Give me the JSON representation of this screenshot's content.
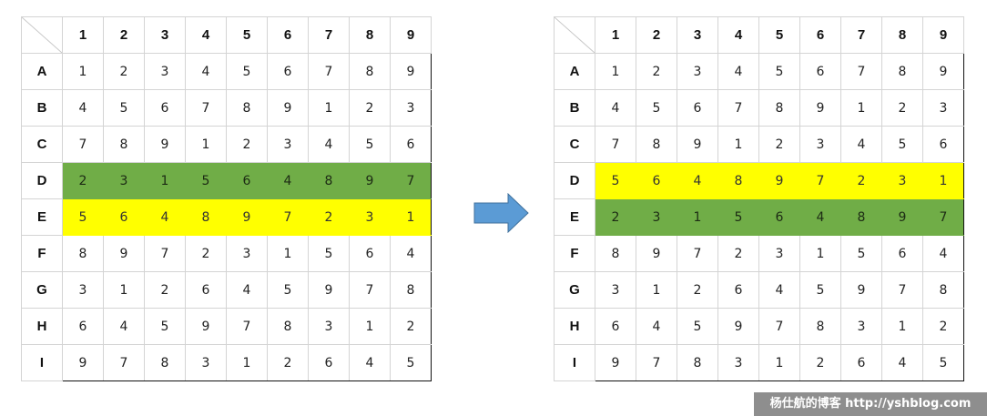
{
  "column_headers": [
    "1",
    "2",
    "3",
    "4",
    "5",
    "6",
    "7",
    "8",
    "9"
  ],
  "row_headers": [
    "A",
    "B",
    "C",
    "D",
    "E",
    "F",
    "G",
    "H",
    "I"
  ],
  "highlight_colors": {
    "green": "#70ad47",
    "yellow": "#ffff00"
  },
  "arrow_color": "#5b9bd5",
  "left_grid": {
    "rows": [
      [
        "1",
        "2",
        "3",
        "4",
        "5",
        "6",
        "7",
        "8",
        "9"
      ],
      [
        "4",
        "5",
        "6",
        "7",
        "8",
        "9",
        "1",
        "2",
        "3"
      ],
      [
        "7",
        "8",
        "9",
        "1",
        "2",
        "3",
        "4",
        "5",
        "6"
      ],
      [
        "2",
        "3",
        "1",
        "5",
        "6",
        "4",
        "8",
        "9",
        "7"
      ],
      [
        "5",
        "6",
        "4",
        "8",
        "9",
        "7",
        "2",
        "3",
        "1"
      ],
      [
        "8",
        "9",
        "7",
        "2",
        "3",
        "1",
        "5",
        "6",
        "4"
      ],
      [
        "3",
        "1",
        "2",
        "6",
        "4",
        "5",
        "9",
        "7",
        "8"
      ],
      [
        "6",
        "4",
        "5",
        "9",
        "7",
        "8",
        "3",
        "1",
        "2"
      ],
      [
        "9",
        "7",
        "8",
        "3",
        "1",
        "2",
        "6",
        "4",
        "5"
      ]
    ],
    "highlights": [
      "",
      "",
      "",
      "green",
      "yellow",
      "",
      "",
      "",
      ""
    ]
  },
  "right_grid": {
    "rows": [
      [
        "1",
        "2",
        "3",
        "4",
        "5",
        "6",
        "7",
        "8",
        "9"
      ],
      [
        "4",
        "5",
        "6",
        "7",
        "8",
        "9",
        "1",
        "2",
        "3"
      ],
      [
        "7",
        "8",
        "9",
        "1",
        "2",
        "3",
        "4",
        "5",
        "6"
      ],
      [
        "5",
        "6",
        "4",
        "8",
        "9",
        "7",
        "2",
        "3",
        "1"
      ],
      [
        "2",
        "3",
        "1",
        "5",
        "6",
        "4",
        "8",
        "9",
        "7"
      ],
      [
        "8",
        "9",
        "7",
        "2",
        "3",
        "1",
        "5",
        "6",
        "4"
      ],
      [
        "3",
        "1",
        "2",
        "6",
        "4",
        "5",
        "9",
        "7",
        "8"
      ],
      [
        "6",
        "4",
        "5",
        "9",
        "7",
        "8",
        "3",
        "1",
        "2"
      ],
      [
        "9",
        "7",
        "8",
        "3",
        "1",
        "2",
        "6",
        "4",
        "5"
      ]
    ],
    "highlights": [
      "",
      "",
      "",
      "yellow",
      "green",
      "",
      "",
      "",
      ""
    ]
  },
  "watermark": "杨仕航的博客 http://yshblog.com"
}
